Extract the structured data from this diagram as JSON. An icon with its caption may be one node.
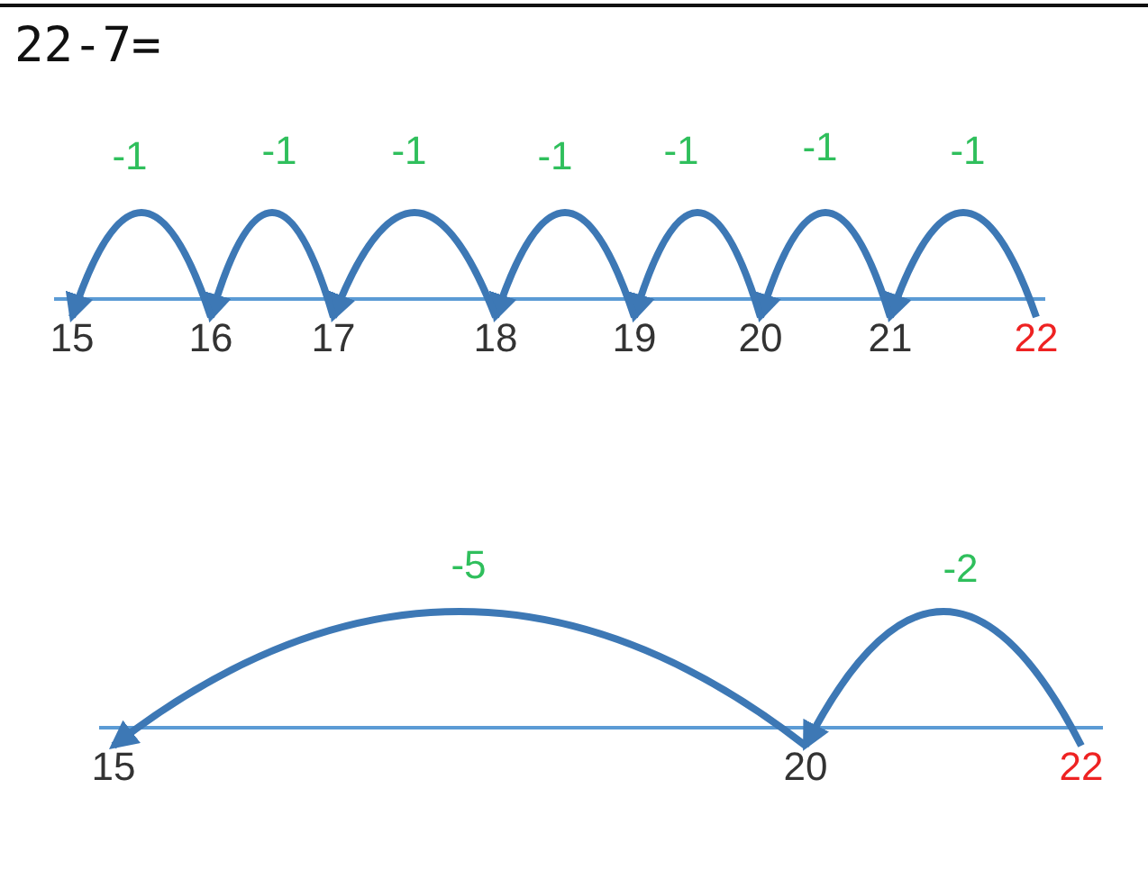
{
  "diagram": {
    "title": "22-7=",
    "nodes": [
      {
        "text": [
          "15"
        ]
      },
      {
        "text": [
          "16"
        ]
      },
      {
        "text": [
          "17"
        ]
      },
      {
        "text": [
          "18"
        ]
      },
      {
        "text": [
          "19"
        ]
      },
      {
        "text": [
          "20"
        ]
      },
      {
        "text": [
          "21"
        ]
      },
      {
        "text": [
          "22"
        ]
      },
      {
        "text": [
          "15"
        ]
      },
      {
        "text": [
          "20"
        ]
      },
      {
        "text": [
          "22"
        ]
      }
    ],
    "edges": [
      {
        "from": 7,
        "to": 6,
        "arrow": "to",
        "label": "-1"
      },
      {
        "from": 6,
        "to": 5,
        "arrow": "to",
        "label": "-1"
      },
      {
        "from": 5,
        "to": 4,
        "arrow": "to",
        "label": "-1"
      },
      {
        "from": 4,
        "to": 3,
        "arrow": "to",
        "label": "-1"
      },
      {
        "from": 3,
        "to": 2,
        "arrow": "to",
        "label": "-1"
      },
      {
        "from": 2,
        "to": 1,
        "arrow": "to",
        "label": "-1"
      },
      {
        "from": 1,
        "to": 0,
        "arrow": "to",
        "label": "-1"
      },
      {
        "from": 10,
        "to": 9,
        "arrow": "to",
        "label": "-2"
      },
      {
        "from": 9,
        "to": 8,
        "arrow": "to",
        "label": "-5"
      }
    ]
  }
}
